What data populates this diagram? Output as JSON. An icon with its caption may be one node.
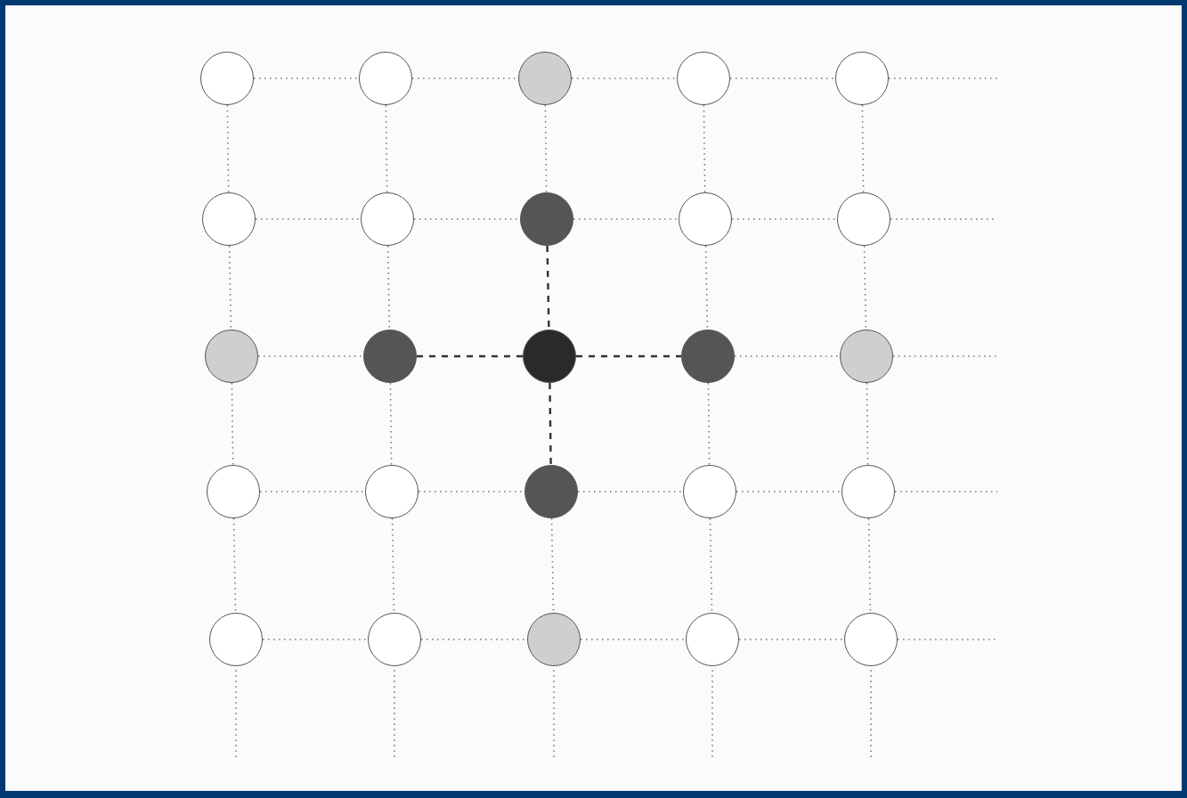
{
  "diagram": {
    "nodes": [
      {
        "text": [],
        "shape": "circle"
      },
      {
        "text": [],
        "shape": "circle"
      },
      {
        "text": [],
        "shape": "circle"
      },
      {
        "text": [],
        "shape": "circle"
      },
      {
        "text": [],
        "shape": "circle"
      },
      {
        "text": [],
        "shape": "circle"
      },
      {
        "text": [],
        "shape": "circle"
      },
      {
        "text": [],
        "shape": "circle"
      },
      {
        "text": [],
        "shape": "circle"
      },
      {
        "text": [],
        "shape": "circle"
      },
      {
        "text": [],
        "shape": "circle"
      },
      {
        "text": [],
        "shape": "circle"
      },
      {
        "text": [],
        "shape": "circle"
      },
      {
        "text": [],
        "shape": "circle"
      },
      {
        "text": [],
        "shape": "circle"
      },
      {
        "text": [],
        "shape": "circle"
      },
      {
        "text": [],
        "shape": "circle"
      },
      {
        "text": [],
        "shape": "circle"
      },
      {
        "text": [],
        "shape": "circle"
      },
      {
        "text": [],
        "shape": "circle"
      },
      {
        "text": [],
        "shape": "circle"
      },
      {
        "text": [],
        "shape": "circle"
      },
      {
        "text": [],
        "shape": "circle"
      },
      {
        "text": [],
        "shape": "circle"
      },
      {
        "text": [],
        "shape": "circle"
      }
    ],
    "edges": [
      {
        "from": 0,
        "to": 1,
        "arrow": "none"
      },
      {
        "from": 1,
        "to": 2,
        "arrow": "none"
      },
      {
        "from": 2,
        "to": 3,
        "arrow": "none"
      },
      {
        "from": 3,
        "to": 4,
        "arrow": "none"
      },
      {
        "from": 4,
        "to": null,
        "arrow": "none"
      },
      {
        "from": 5,
        "to": 6,
        "arrow": "none"
      },
      {
        "from": 6,
        "to": 7,
        "arrow": "none"
      },
      {
        "from": 7,
        "to": 8,
        "arrow": "none"
      },
      {
        "from": 8,
        "to": 9,
        "arrow": "none"
      },
      {
        "from": 9,
        "to": null,
        "arrow": "none"
      },
      {
        "from": 10,
        "to": 11,
        "arrow": "none"
      },
      {
        "from": 11,
        "to": 12,
        "arrow": "none",
        "style": "dashed",
        "color": "#333333"
      },
      {
        "from": 12,
        "to": 13,
        "arrow": "none",
        "style": "dashed",
        "color": "#333333"
      },
      {
        "from": 13,
        "to": 14,
        "arrow": "none"
      },
      {
        "from": 14,
        "to": null,
        "arrow": "none"
      },
      {
        "from": 15,
        "to": 16,
        "arrow": "none"
      },
      {
        "from": 16,
        "to": 17,
        "arrow": "none"
      },
      {
        "from": 17,
        "to": 18,
        "arrow": "none"
      },
      {
        "from": 18,
        "to": 19,
        "arrow": "none"
      },
      {
        "from": 19,
        "to": null,
        "arrow": "none"
      },
      {
        "from": 20,
        "to": 21,
        "arrow": "none"
      },
      {
        "from": 21,
        "to": 22,
        "arrow": "none"
      },
      {
        "from": 22,
        "to": 23,
        "arrow": "none"
      },
      {
        "from": 23,
        "to": 24,
        "arrow": "none"
      },
      {
        "from": 24,
        "to": null,
        "arrow": "none"
      },
      {
        "from": 0,
        "to": 5,
        "arrow": "none"
      },
      {
        "from": 1,
        "to": 6,
        "arrow": "none"
      },
      {
        "from": 2,
        "to": 7,
        "arrow": "none"
      },
      {
        "from": 3,
        "to": 8,
        "arrow": "none"
      },
      {
        "from": 4,
        "to": 9,
        "arrow": "none"
      },
      {
        "from": 5,
        "to": 10,
        "arrow": "none"
      },
      {
        "from": 6,
        "to": 11,
        "arrow": "none"
      },
      {
        "from": 7,
        "to": 12,
        "arrow": "none",
        "style": "dashed",
        "color": "#333333"
      },
      {
        "from": 8,
        "to": 13,
        "arrow": "none"
      },
      {
        "from": 9,
        "to": 14,
        "arrow": "none"
      },
      {
        "from": 10,
        "to": 15,
        "arrow": "none"
      },
      {
        "from": 11,
        "to": 16,
        "arrow": "none"
      },
      {
        "from": 12,
        "to": 17,
        "arrow": "none",
        "style": "dashed",
        "color": "#333333"
      },
      {
        "from": 13,
        "to": 18,
        "arrow": "none"
      },
      {
        "from": 14,
        "to": 19,
        "arrow": "none"
      },
      {
        "from": 15,
        "to": 20,
        "arrow": "none"
      },
      {
        "from": 16,
        "to": 21,
        "arrow": "none"
      },
      {
        "from": 17,
        "to": 22,
        "arrow": "none"
      },
      {
        "from": 18,
        "to": 23,
        "arrow": "none"
      },
      {
        "from": 19,
        "to": 24,
        "arrow": "none"
      },
      {
        "from": null,
        "to": 20,
        "arrow": "none"
      },
      {
        "from": null,
        "to": 21,
        "arrow": "none"
      },
      {
        "from": null,
        "to": 22,
        "arrow": "none"
      },
      {
        "from": null,
        "to": 23,
        "arrow": "none"
      },
      {
        "from": null,
        "to": 24,
        "arrow": "none"
      }
    ]
  }
}
